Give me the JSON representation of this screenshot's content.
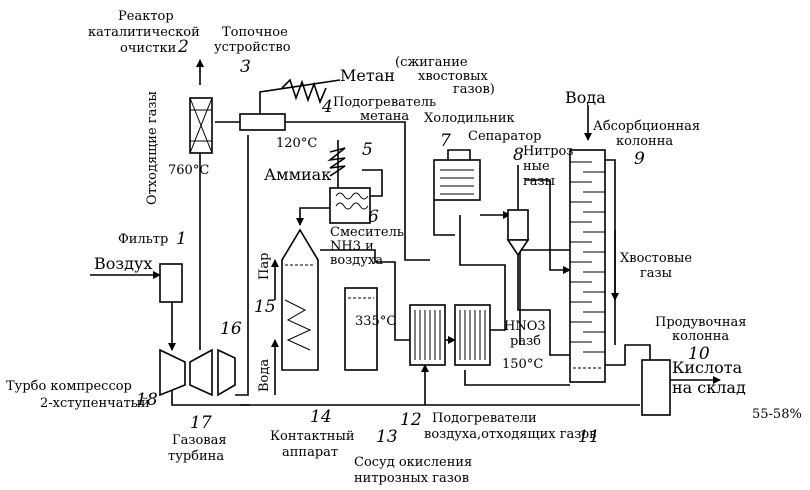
{
  "labels": {
    "reactor_l1": "Реактор",
    "reactor_l2": "каталитической",
    "reactor_l3": "очистки",
    "furnace_l1": "Топочное",
    "furnace_l2": "устройство",
    "methane": "Метан",
    "burn_l1": "(сжигание",
    "burn_l2": "хвостовых",
    "burn_l3": "газов)",
    "heater_l1": "Подогреватель",
    "heater_l2": "метана",
    "exhaust": "Отходящие газы",
    "temp760": "760°C",
    "temp120": "120°C",
    "ammonia": "Аммиак",
    "cooler": "Холодильник",
    "separator": "Сепаратор",
    "nitrous_l1": "Нитроз",
    "nitrous_l2": "ные",
    "nitrous_l3": "газы",
    "water_top": "Вода",
    "absorber_l1": "Абсорбционная",
    "absorber_l2": "колонна",
    "mixer_l1": "Смеситель",
    "mixer_l2": "NH3 и",
    "mixer_l3": "воздуха",
    "tail_l1": "Хвостовые",
    "tail_l2": "газы",
    "filter": "Фильтр",
    "air": "Воздух",
    "steam": "Пар",
    "water_side": "Вода",
    "temp335": "335°C",
    "hno3_l1": "HNO3",
    "hno3_l2": "разб",
    "temp150": "150°C",
    "purge_l1": "Продувочная",
    "purge_l2": "колонна",
    "acid_l1": "Кислота",
    "acid_l2": "на склад",
    "acid_conc": "55-58%",
    "turbo_l1": "Турбо компрессор",
    "turbo_l2": "2-хступенчатый",
    "turbine_l1": "Газовая",
    "turbine_l2": "турбина",
    "contact_l1": "Контактный",
    "contact_l2": "аппарат",
    "vessel_l1": "Сосуд окисления",
    "vessel_l2": "нитрозных газов",
    "heaters_l1": "Подогреватели",
    "heaters_l2": "воздуха,отходящих газов"
  },
  "numbers": {
    "n1": "1",
    "n2": "2",
    "n3": "3",
    "n4": "4",
    "n5": "5",
    "n6": "6",
    "n7": "7",
    "n8": "8",
    "n9": "9",
    "n10": "10",
    "n11": "11",
    "n12": "12",
    "n13": "13",
    "n14": "14",
    "n15": "15",
    "n16": "16",
    "n17": "17",
    "n18": "18"
  }
}
